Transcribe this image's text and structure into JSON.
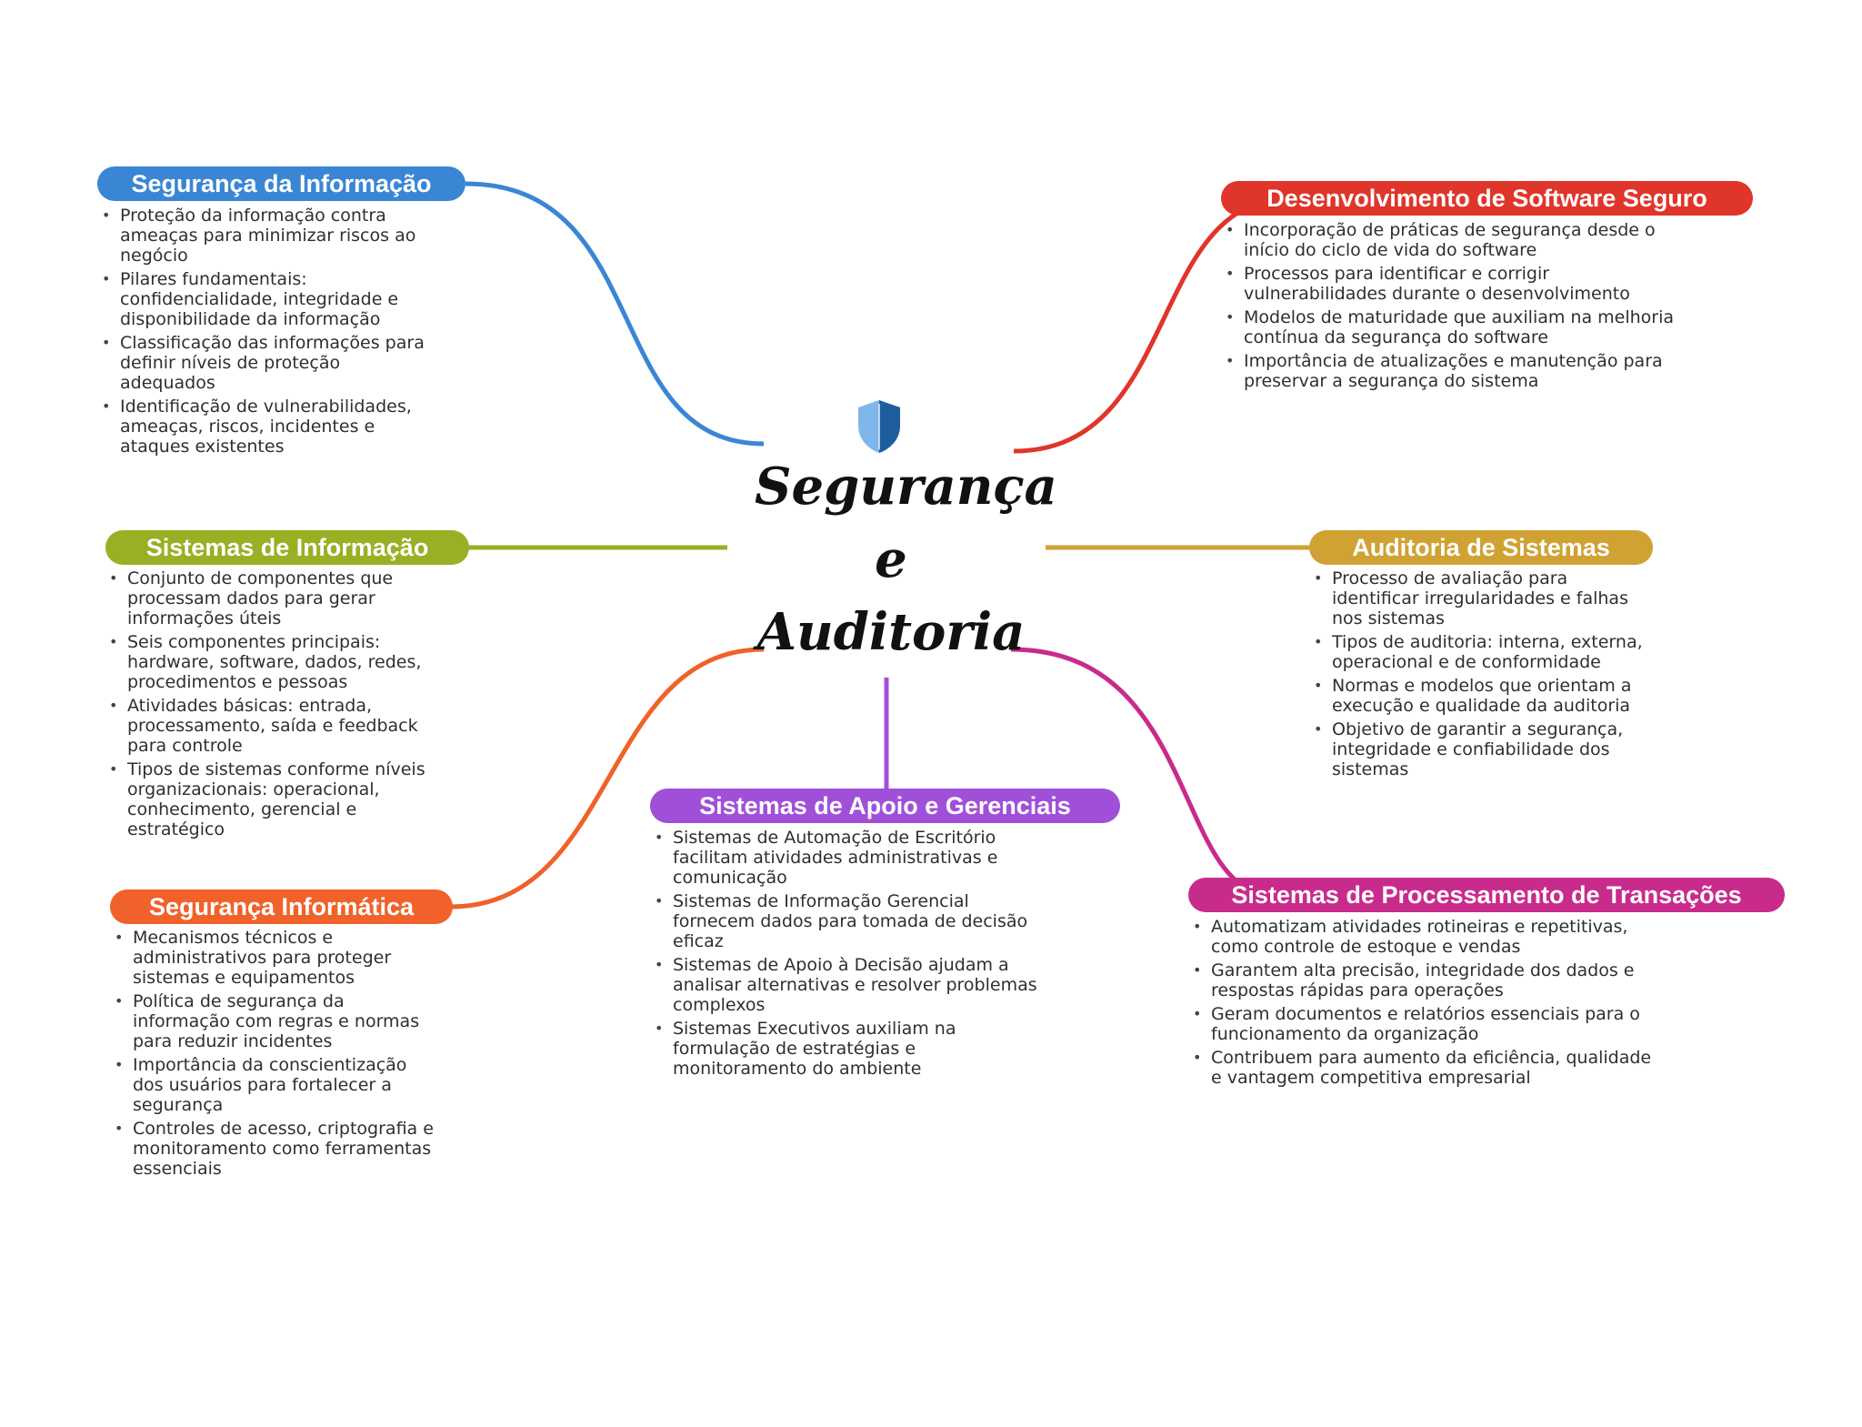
{
  "center": {
    "title_line1": "Segurança",
    "title_line2": "e",
    "title_line3": "Auditoria",
    "icon": "shield-icon"
  },
  "topics": {
    "seg_informacao": {
      "title": "Segurança da Informação",
      "color": "#3a86d4",
      "points": [
        "Proteção da informação contra ameaças para minimizar riscos ao negócio",
        "Pilares fundamentais: confidencialidade, integridade e disponibilidade da informação",
        "Classificação das informações para definir níveis de proteção adequados",
        "Identificação de vulnerabilidades, ameaças, riscos, incidentes e ataques existentes"
      ]
    },
    "sist_informacao": {
      "title": "Sistemas de Informação",
      "color": "#9aaf24",
      "points": [
        "Conjunto de componentes que processam dados para gerar informações úteis",
        "Seis componentes principais: hardware, software, dados, redes, procedimentos e pessoas",
        "Atividades básicas: entrada, processamento, saída e feedback para controle",
        "Tipos de sistemas conforme níveis organizacionais: operacional, conhecimento, gerencial e estratégico"
      ]
    },
    "seg_informatica": {
      "title": "Segurança Informática",
      "color": "#f0622a",
      "points": [
        "Mecanismos técnicos e administrativos para proteger sistemas e equipamentos",
        "Política de segurança da informação com regras e normas para reduzir incidentes",
        "Importância da conscientização dos usuários para fortalecer a segurança",
        "Controles de acesso, criptografia e monitoramento como ferramentas essenciais"
      ]
    },
    "apoio_gerenciais": {
      "title": "Sistemas de Apoio e Gerenciais",
      "color": "#a050d8",
      "points": [
        "Sistemas de Automação de Escritório facilitam atividades administrativas e comunicação",
        "Sistemas de Informação Gerencial fornecem dados para tomada de decisão eficaz",
        "Sistemas de Apoio à Decisão ajudam a analisar alternativas e resolver problemas complexos",
        "Sistemas Executivos auxiliam na formulação de estratégias e monitoramento do ambiente"
      ]
    },
    "dev_software": {
      "title": "Desenvolvimento de Software Seguro",
      "color": "#e0352a",
      "points": [
        "Incorporação de práticas de segurança desde o início do ciclo de vida do software",
        "Processos para identificar e corrigir vulnerabilidades durante o desenvolvimento",
        "Modelos de maturidade que auxiliam na melhoria contínua da segurança do software",
        "Importância de atualizações e manutenção para preservar a segurança do sistema"
      ]
    },
    "auditoria": {
      "title": "Auditoria de Sistemas",
      "color": "#cfa233",
      "points": [
        "Processo de avaliação para identificar irregularidades e falhas nos sistemas",
        "Tipos de auditoria: interna, externa, operacional e de conformidade",
        "Normas e modelos que orientam a execução e qualidade da auditoria",
        "Objetivo de garantir a segurança, integridade e confiabilidade dos sistemas"
      ]
    },
    "transacoes": {
      "title": "Sistemas de Processamento de Transações",
      "color": "#c82b8c",
      "points": [
        "Automatizam atividades rotineiras e repetitivas, como controle de estoque e vendas",
        "Garantem alta precisão, integridade dos dados e respostas rápidas para operações",
        "Geram documentos e relatórios essenciais para o funcionamento da organização",
        "Contribuem para aumento da eficiência, qualidade e vantagem competitiva empresarial"
      ]
    }
  }
}
